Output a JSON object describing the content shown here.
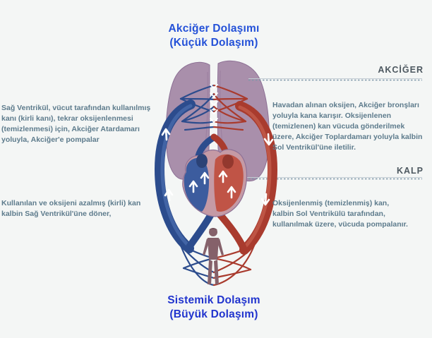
{
  "colors": {
    "background": "#f4f6f5",
    "title_top": "#2451d8",
    "title_bottom": "#2134ce",
    "body_text": "#5d7b8c",
    "label_text": "#4d5860",
    "leader_line": "#7e97a8",
    "vein_blue": "#2c4c8d",
    "vein_blue_light": "#4a6cad",
    "artery_red": "#a93b2e",
    "artery_red_light": "#c65f4d",
    "lung_pink": "#a98fab",
    "lung_edge": "#8d7095",
    "heart_outer": "#c59aa5",
    "heart_blue": "#3c5c9e",
    "heart_red": "#c05446",
    "skin": "#85616a"
  },
  "titles": {
    "pulmonary": {
      "lines": [
        "Akciğer Dolaşımı",
        "(Küçük Dolaşım)"
      ]
    },
    "systemic": {
      "lines": [
        "Sistemik Dolaşım",
        "(Büyük Dolaşım)"
      ]
    }
  },
  "labels": {
    "lung": "AKCİĞER",
    "heart": "KALP"
  },
  "annotations": {
    "left_top": {
      "lines": [
        "Sağ Ventrikül, vücut tarafından kullanılmış",
        "kanı (kirli kanı), tekrar oksijenlenmesi",
        "(temizlenmesi) için, Akciğer Atardamarı",
        "yoluyla, Akciğer'e pompalar"
      ]
    },
    "left_bottom": {
      "lines": [
        "Kullanılan ve oksijeni azalmış (kirli) kan",
        "kalbin Sağ Ventrikül'üne döner,"
      ]
    },
    "right_top": {
      "lines": [
        "Havadan alınan oksijen, Akciğer bronşları",
        "yoluyla kana karışır. Oksijenlenen",
        "(temizlenen) kan vücuda gönderilmek",
        "üzere, Akciğer Toplardamarı yoluyla kalbin",
        "Sol Ventrikül'üne iletilir."
      ]
    },
    "right_bottom": {
      "lines": [
        "Oksijenlenmiş (temizlenmiş) kan,",
        "kalbin Sol Ventrikülü tarafından,",
        "kullanılmak üzere, vücuda pompalanır."
      ]
    }
  }
}
